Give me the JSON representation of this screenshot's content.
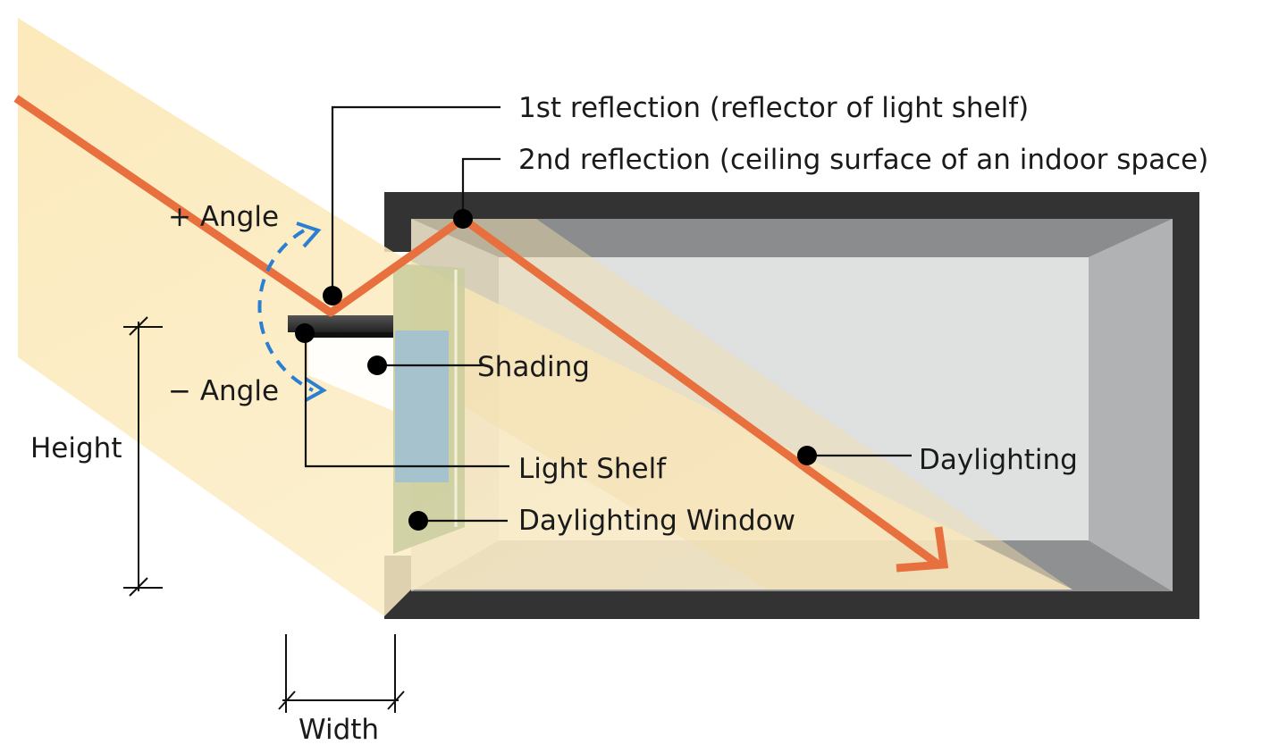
{
  "labels": {
    "first_reflection": "1st reflection (reflector of light shelf)",
    "second_reflection": "2nd reflection (ceiling surface of an indoor space)",
    "plus_angle": "+ Angle",
    "minus_angle": "− Angle",
    "shading": "Shading",
    "light_shelf": "Light Shelf",
    "daylighting_window": "Daylighting Window",
    "daylighting": "Daylighting",
    "height": "Height",
    "width": "Width"
  },
  "colors": {
    "sunbeam": "#fae7b4",
    "light_ray": "#e8703f",
    "angle_arrow": "#2b7fd3",
    "room_frame": "#333333",
    "back_wall": "#dadcdc",
    "ceiling": "#8d8f90",
    "side_wall": "#b5b6b7",
    "window_glass": "#a9c4d6"
  }
}
